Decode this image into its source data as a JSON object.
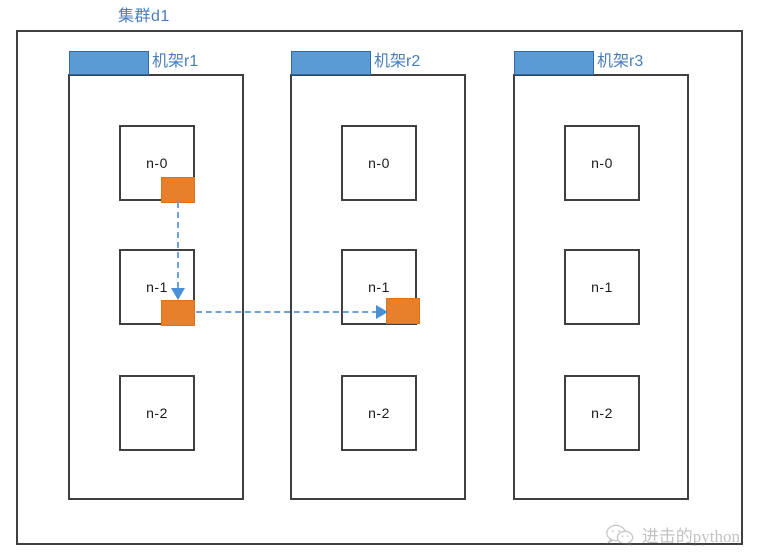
{
  "cluster": {
    "title": "集群d1",
    "title_color": "#4a7ebb",
    "border_color": "#3f3f3f"
  },
  "palette": {
    "rack_bar_fill": "#5b9bd5",
    "rack_bar_border": "#2f6ba8",
    "block_fill": "#e8802b",
    "arrow_color": "#4a90d9",
    "node_border": "#3f3f3f"
  },
  "racks": [
    {
      "label": "机架r1",
      "nodes": [
        {
          "label": "n-0",
          "has_block": true
        },
        {
          "label": "n-1",
          "has_block": true
        },
        {
          "label": "n-2",
          "has_block": false
        }
      ]
    },
    {
      "label": "机架r2",
      "nodes": [
        {
          "label": "n-0",
          "has_block": false
        },
        {
          "label": "n-1",
          "has_block": true
        },
        {
          "label": "n-2",
          "has_block": false
        }
      ]
    },
    {
      "label": "机架r3",
      "nodes": [
        {
          "label": "n-0",
          "has_block": false
        },
        {
          "label": "n-1",
          "has_block": false
        },
        {
          "label": "n-2",
          "has_block": false
        }
      ]
    }
  ],
  "arrows": [
    {
      "name": "replication-arrow-vertical",
      "direction": "down",
      "from": "r1-n-0-block",
      "to": "r1-n-1-block"
    },
    {
      "name": "replication-arrow-horizontal",
      "direction": "right",
      "from": "r1-n-1-block",
      "to": "r2-n-1-block"
    }
  ],
  "watermark": {
    "text": "进击的python",
    "icon": "wechat-icon"
  }
}
